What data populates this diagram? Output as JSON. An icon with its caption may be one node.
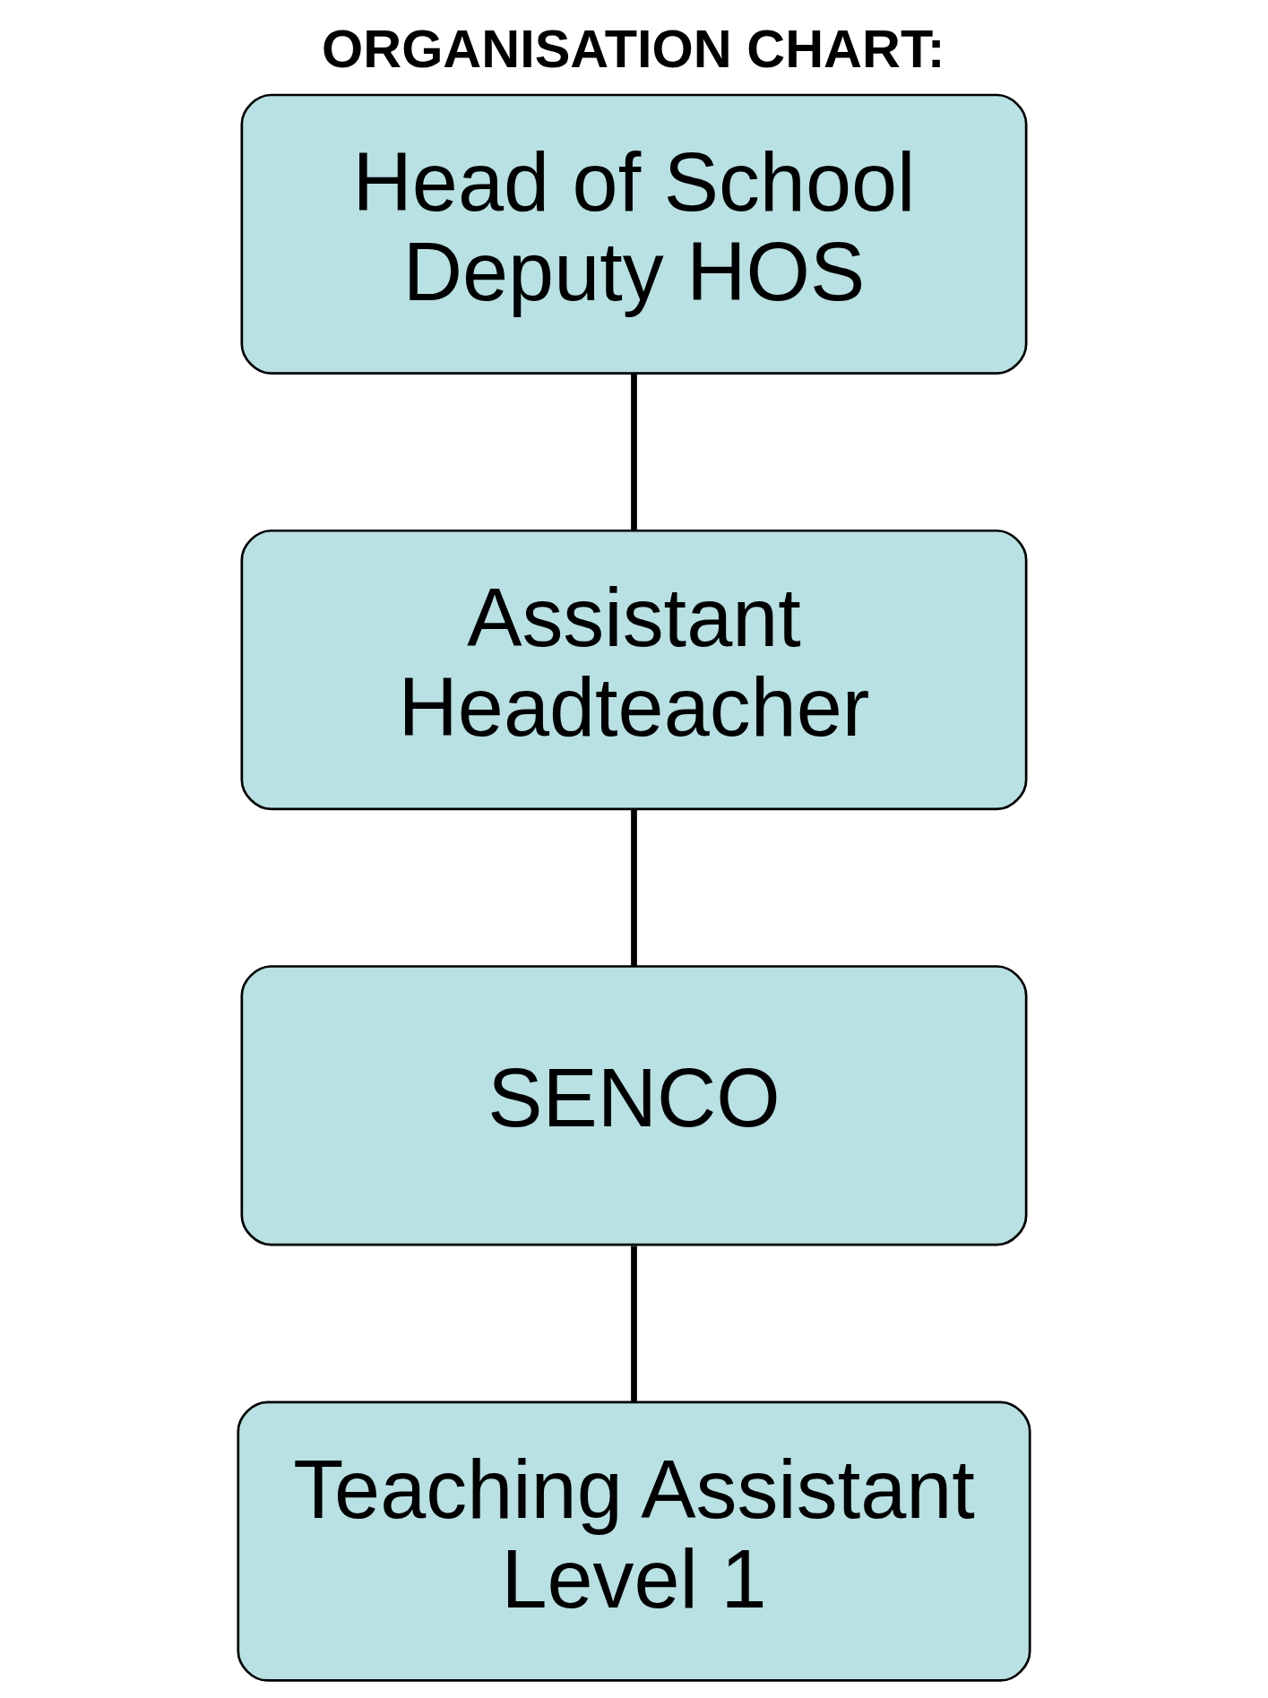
{
  "diagram": {
    "title": "ORGANISATION CHART:",
    "nodes": [
      {
        "text": [
          "Head of School",
          "Deputy HOS"
        ]
      },
      {
        "text": [
          "Assistant Headteacher"
        ]
      },
      {
        "text": [
          "SENCO"
        ]
      },
      {
        "text": [
          "Teaching Assistant Level 1"
        ]
      }
    ],
    "edges": [
      {
        "from": 0,
        "to": 1,
        "arrow": "none"
      },
      {
        "from": 1,
        "to": 2,
        "arrow": "none"
      },
      {
        "from": 2,
        "to": 3,
        "arrow": "none"
      }
    ]
  }
}
